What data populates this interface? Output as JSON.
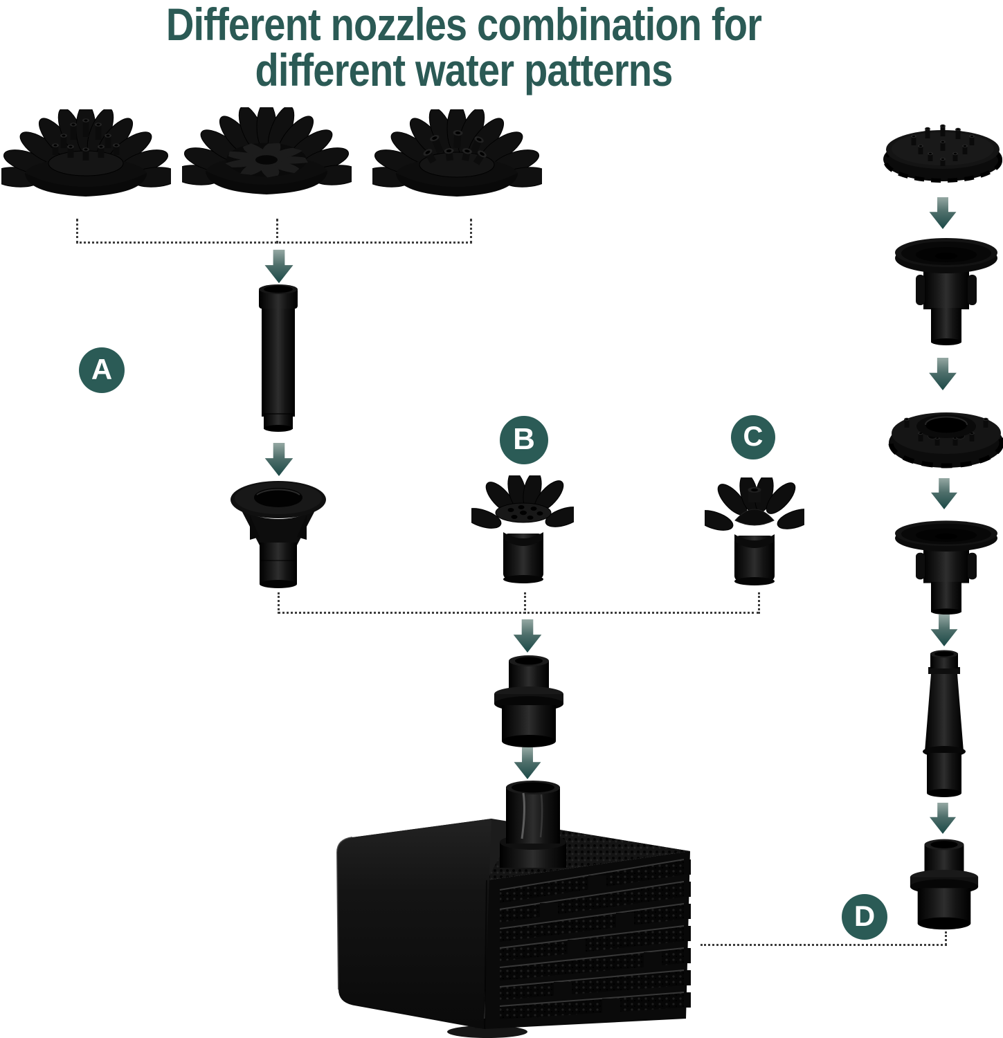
{
  "title": {
    "line1": "Different nozzles combination for",
    "line2": "different water patterns"
  },
  "labels": {
    "a": "A",
    "b": "B",
    "c": "C",
    "d": "D"
  },
  "colors": {
    "accent_teal": "#2B5A55",
    "badge_teal": "#2B5B56",
    "arrow_gradient_top": "#95A8A3",
    "arrow_gradient_bottom": "#1B4947",
    "dotted_line": "#3C3C3C",
    "parts_black": "#0F0F0F",
    "background": "#FFFFFF"
  },
  "icons": [
    "flower-nozzle-multi-jet-icon",
    "flower-nozzle-swirl-icon",
    "flower-nozzle-angled-jets-icon",
    "multi-tube-disc-nozzle-icon",
    "riser-tube-icon",
    "socket-cup-nozzle-icon",
    "petal-nozzle-flat-top-icon",
    "petal-nozzle-spout-icon",
    "trumpet-funnel-nozzle-icon",
    "gear-ring-nozzle-icon",
    "telescopic-riser-tube-icon",
    "outlet-adapter-icon",
    "water-pump-icon",
    "down-arrow-icon"
  ]
}
